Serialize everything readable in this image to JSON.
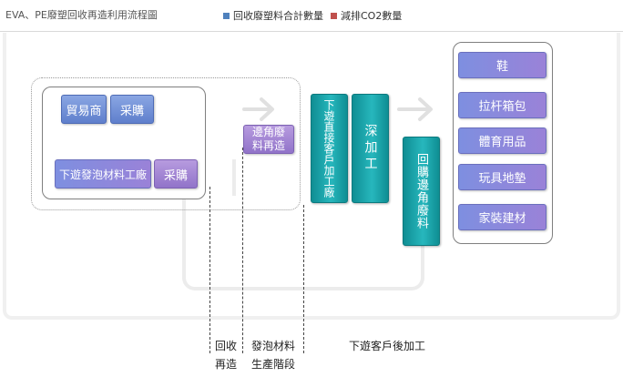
{
  "header": {
    "title": "EVA、PE廢塑回收再造利用流程圖",
    "legend": [
      {
        "label": "回收廢塑料合計數量",
        "color": "#4f81bd"
      },
      {
        "label": "減排CO2數量",
        "color": "#c0504d"
      }
    ]
  },
  "nodes": {
    "trader": "貿易商",
    "purchase1": "采購",
    "downstream_factory": "下遊發泡材料工廠",
    "purchase2": "采購",
    "offcut_recycle": "邊角廢料再造",
    "direct_customer": "下遊直接客戶加工廠",
    "deep_process": "深加工",
    "buyback_offcut": "回購邊角廢料"
  },
  "products": [
    "鞋",
    "拉杆箱包",
    "體育用品",
    "玩具地墊",
    "家裝建材"
  ],
  "stages": {
    "recycle": [
      "回收",
      "再造"
    ],
    "foam": [
      "發泡材料",
      "生產階段"
    ],
    "downstream": "下遊客戶後加工"
  }
}
